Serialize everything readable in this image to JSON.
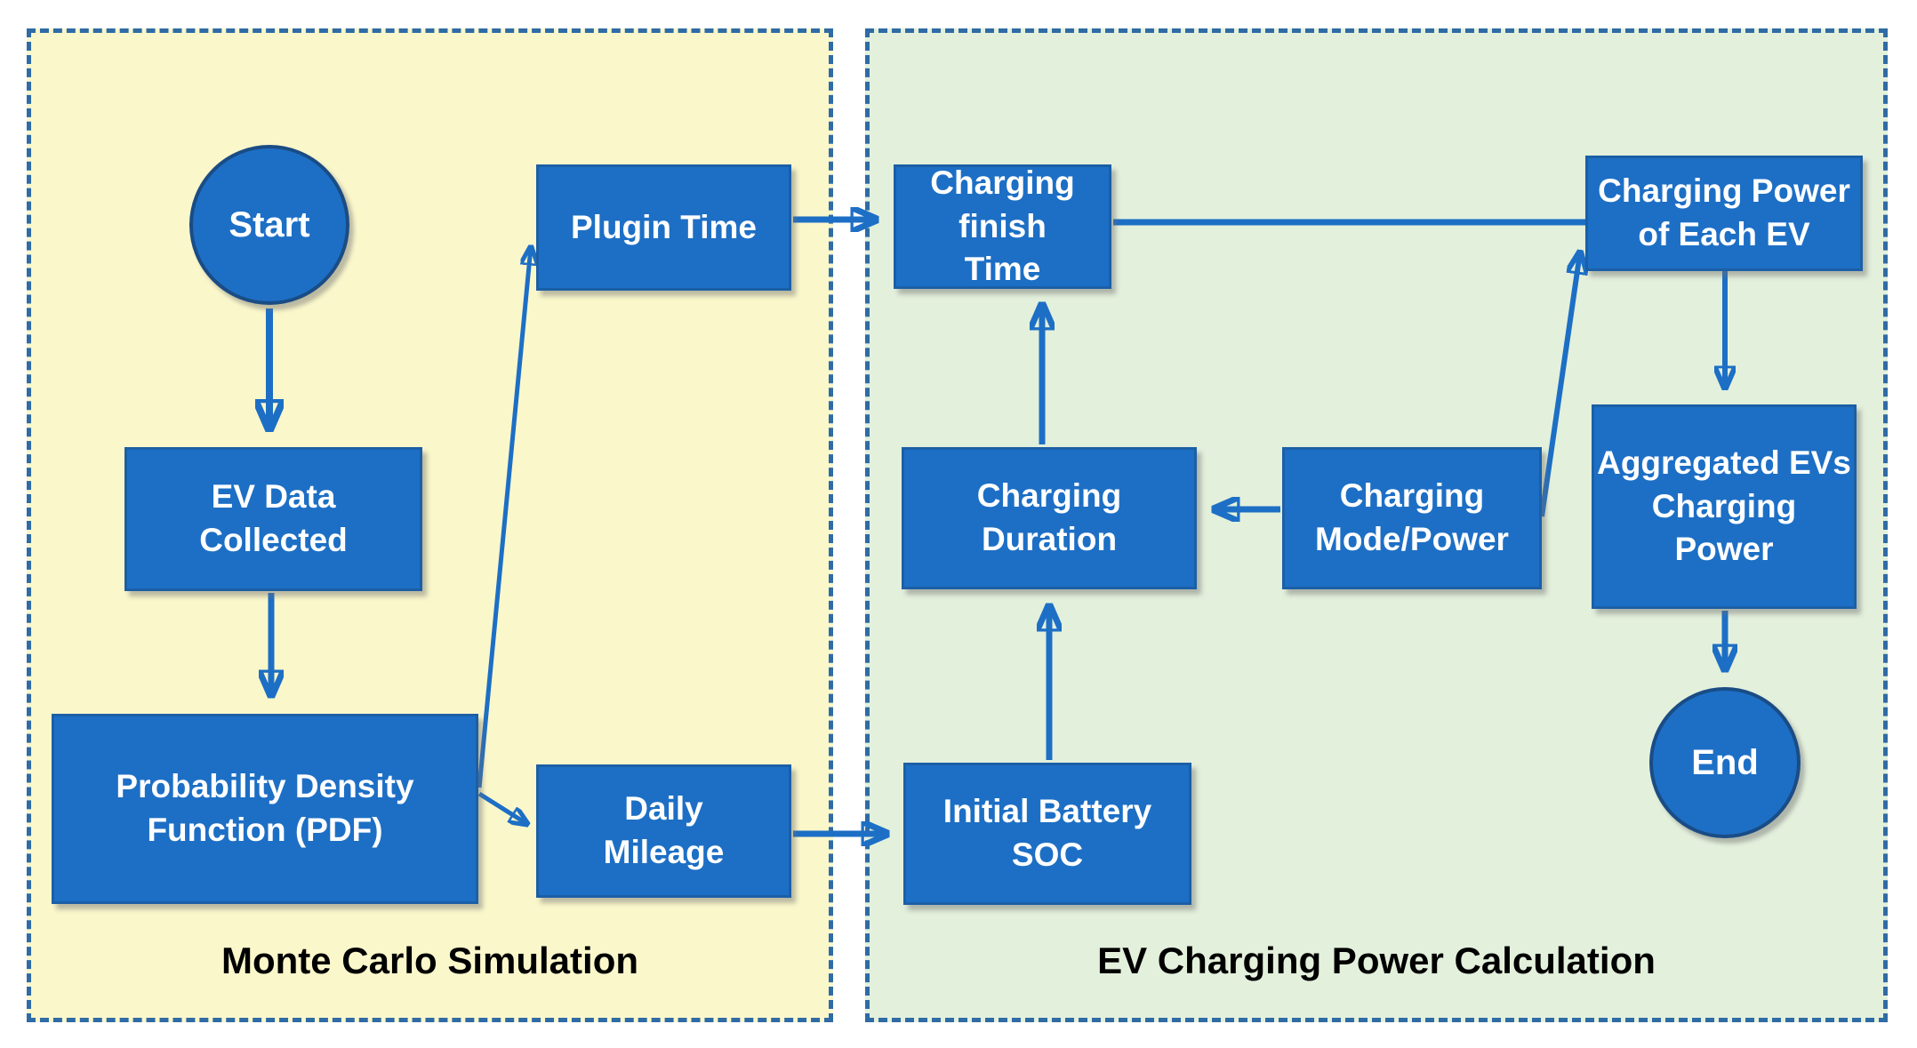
{
  "sections": {
    "monte_carlo": {
      "label": "Monte Carlo Simulation"
    },
    "ev_calc": {
      "label": "EV Charging Power Calculation"
    }
  },
  "nodes": {
    "start": {
      "label": "Start",
      "shape": "circle"
    },
    "ev_data": {
      "label": "EV Data\nCollected",
      "shape": "rect"
    },
    "pdf": {
      "label": "Probability Density\nFunction (PDF)",
      "shape": "rect"
    },
    "plugin_time": {
      "label": "Plugin Time",
      "shape": "rect"
    },
    "daily_mileage": {
      "label": "Daily\nMileage",
      "shape": "rect"
    },
    "charging_finish_time": {
      "label": "Charging finish\nTime",
      "shape": "rect"
    },
    "charging_duration": {
      "label": "Charging\nDuration",
      "shape": "rect"
    },
    "charging_mode_power": {
      "label": "Charging\nMode/Power",
      "shape": "rect"
    },
    "initial_battery_soc": {
      "label": "Initial Battery\nSOC",
      "shape": "rect"
    },
    "charging_power_each_ev": {
      "label": "Charging Power\nof Each EV",
      "shape": "rect"
    },
    "aggregated_evs_charging_power": {
      "label": "Aggregated EVs\nCharging\nPower",
      "shape": "rect"
    },
    "end": {
      "label": "End",
      "shape": "circle"
    }
  },
  "edges": [
    {
      "from": "start",
      "to": "ev_data",
      "arrowhead": true
    },
    {
      "from": "ev_data",
      "to": "pdf",
      "arrowhead": true
    },
    {
      "from": "pdf",
      "to": "plugin_time",
      "arrowhead": true
    },
    {
      "from": "pdf",
      "to": "daily_mileage",
      "arrowhead": true
    },
    {
      "from": "plugin_time",
      "to": "charging_finish_time",
      "arrowhead": true
    },
    {
      "from": "daily_mileage",
      "to": "initial_battery_soc",
      "arrowhead": true
    },
    {
      "from": "initial_battery_soc",
      "to": "charging_duration",
      "arrowhead": true
    },
    {
      "from": "charging_duration",
      "to": "charging_finish_time",
      "arrowhead": true
    },
    {
      "from": "charging_mode_power",
      "to": "charging_duration",
      "arrowhead": true
    },
    {
      "from": "charging_mode_power",
      "to": "charging_power_each_ev",
      "arrowhead": true
    },
    {
      "from": "charging_finish_time",
      "to": "charging_power_each_ev",
      "arrowhead": false
    },
    {
      "from": "charging_power_each_ev",
      "to": "aggregated_evs_charging_power",
      "arrowhead": true
    },
    {
      "from": "aggregated_evs_charging_power",
      "to": "end",
      "arrowhead": true
    }
  ],
  "colors": {
    "panel_yellow": "#FAF7CB",
    "panel_green": "#E3F0DC",
    "panel_dash_border": "#2F6BA5",
    "node_fill": "#1D6FC5",
    "node_border": "#1B5FA6",
    "circle_border": "#1A4C85",
    "arrow": "#1D6FC5",
    "node_text": "#FFFFFF",
    "section_label_text": "#000000"
  }
}
